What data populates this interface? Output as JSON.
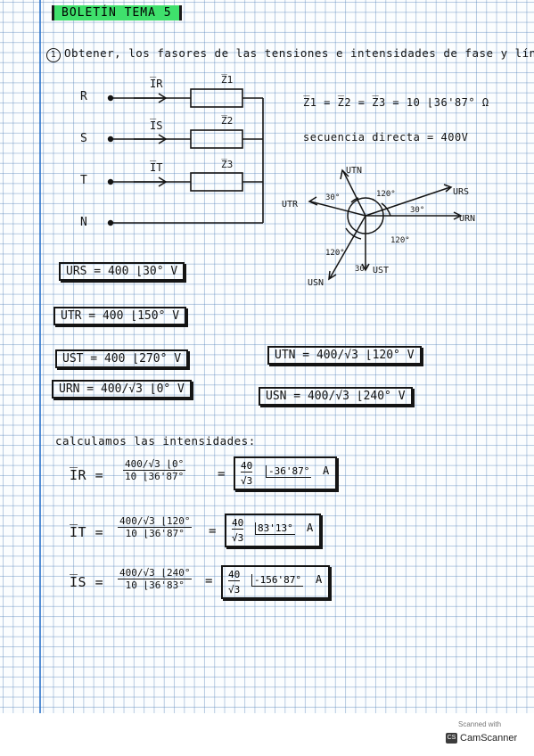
{
  "title": "BOLETÍN TEMA 5",
  "problem": {
    "number": "1",
    "text": "Obtener, los fasores de las tensiones e intensidades de fase y línea."
  },
  "circuit": {
    "lines": [
      "R",
      "S",
      "T",
      "N"
    ],
    "currents": [
      "I̅R",
      "I̅S",
      "I̅T"
    ],
    "impedances": [
      "Z̅1",
      "Z̅2",
      "Z̅3"
    ]
  },
  "given": {
    "impedance": "Z̅1 = Z̅2 = Z̅3 = 10 ⌊36'87° Ω",
    "sequence": "secuencia directa = 400V"
  },
  "phasor": {
    "labels": [
      "UTN",
      "URS",
      "URN",
      "UTR",
      "USN",
      "UST"
    ],
    "angles": [
      "30°",
      "120°",
      "30°",
      "120°",
      "120°",
      "30°"
    ]
  },
  "voltages": {
    "urs": "URS = 400 ⌊30°  V",
    "utr": "UTR = 400 ⌊150°  V",
    "ust": "UST = 400 ⌊270° V",
    "urn": "URN = 400/√3 ⌊0° V",
    "utn": "UTN = 400/√3 ⌊120° V",
    "usn": "USN = 400/√3 ⌊240° V"
  },
  "currents": {
    "heading": "calculamos las intensidades:",
    "equals": "=",
    "ir": {
      "label": "I̅R =",
      "numerator": "400/√3 ⌊0°",
      "denominator": "10 ⌊36'87°",
      "result_num": "40",
      "result_den": "√3",
      "result_angle": "-36'87°",
      "unit": "A"
    },
    "it": {
      "label": "I̅T =",
      "numerator": "400/√3 ⌊120°",
      "denominator": "10 ⌊36'87°",
      "result_num": "40",
      "result_den": "√3",
      "result_angle": "83'13°",
      "unit": "A"
    },
    "is": {
      "label": "I̅S =",
      "numerator": "400/√3 ⌊240°",
      "denominator": "10 ⌊36'83°",
      "result_num": "40",
      "result_den": "√3",
      "result_angle": "-156'87°",
      "unit": "A"
    }
  },
  "watermark": {
    "scanned_with": "Scanned with",
    "icon_text": "CS",
    "brand": "CamScanner"
  }
}
